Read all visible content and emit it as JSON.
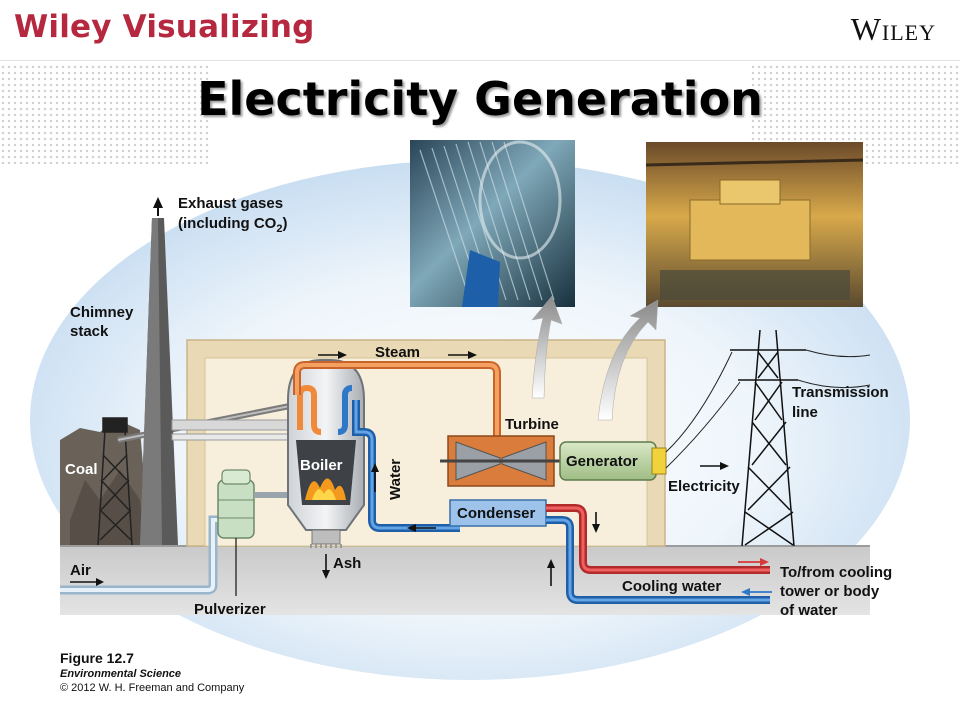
{
  "header": {
    "brand": "Wiley Visualizing",
    "publisher": "Wiley"
  },
  "slide": {
    "title": "Electricity Generation"
  },
  "diagram": {
    "labels": {
      "exhaust1": "Exhaust gases",
      "exhaust2": "(including CO",
      "exhaust_sub": "2",
      "exhaust_close": ")",
      "chimney1": "Chimney",
      "chimney2": "stack",
      "coal": "Coal",
      "air": "Air",
      "pulverizer": "Pulverizer",
      "boiler": "Boiler",
      "water": "Water",
      "steam": "Steam",
      "ash": "Ash",
      "turbine": "Turbine",
      "generator": "Generator",
      "condenser": "Condenser",
      "electricity": "Electricity",
      "transmission1": "Transmission",
      "transmission2": "line",
      "cooling_water": "Cooling water",
      "tofrom1": "To/from cooling",
      "tofrom2": "tower or body",
      "tofrom3": "of water"
    }
  },
  "caption": {
    "figure": "Figure 12.7",
    "book": "Environmental Science",
    "copyright": "© 2012 W. H. Freeman and Company"
  },
  "colors": {
    "brand": "#b5283f",
    "steam_pipe": "#f08a3a",
    "cold_water_pipe": "#2f78c8",
    "hot_water_pipe": "#d63a3a",
    "building_wall": "#e9d9b4"
  }
}
